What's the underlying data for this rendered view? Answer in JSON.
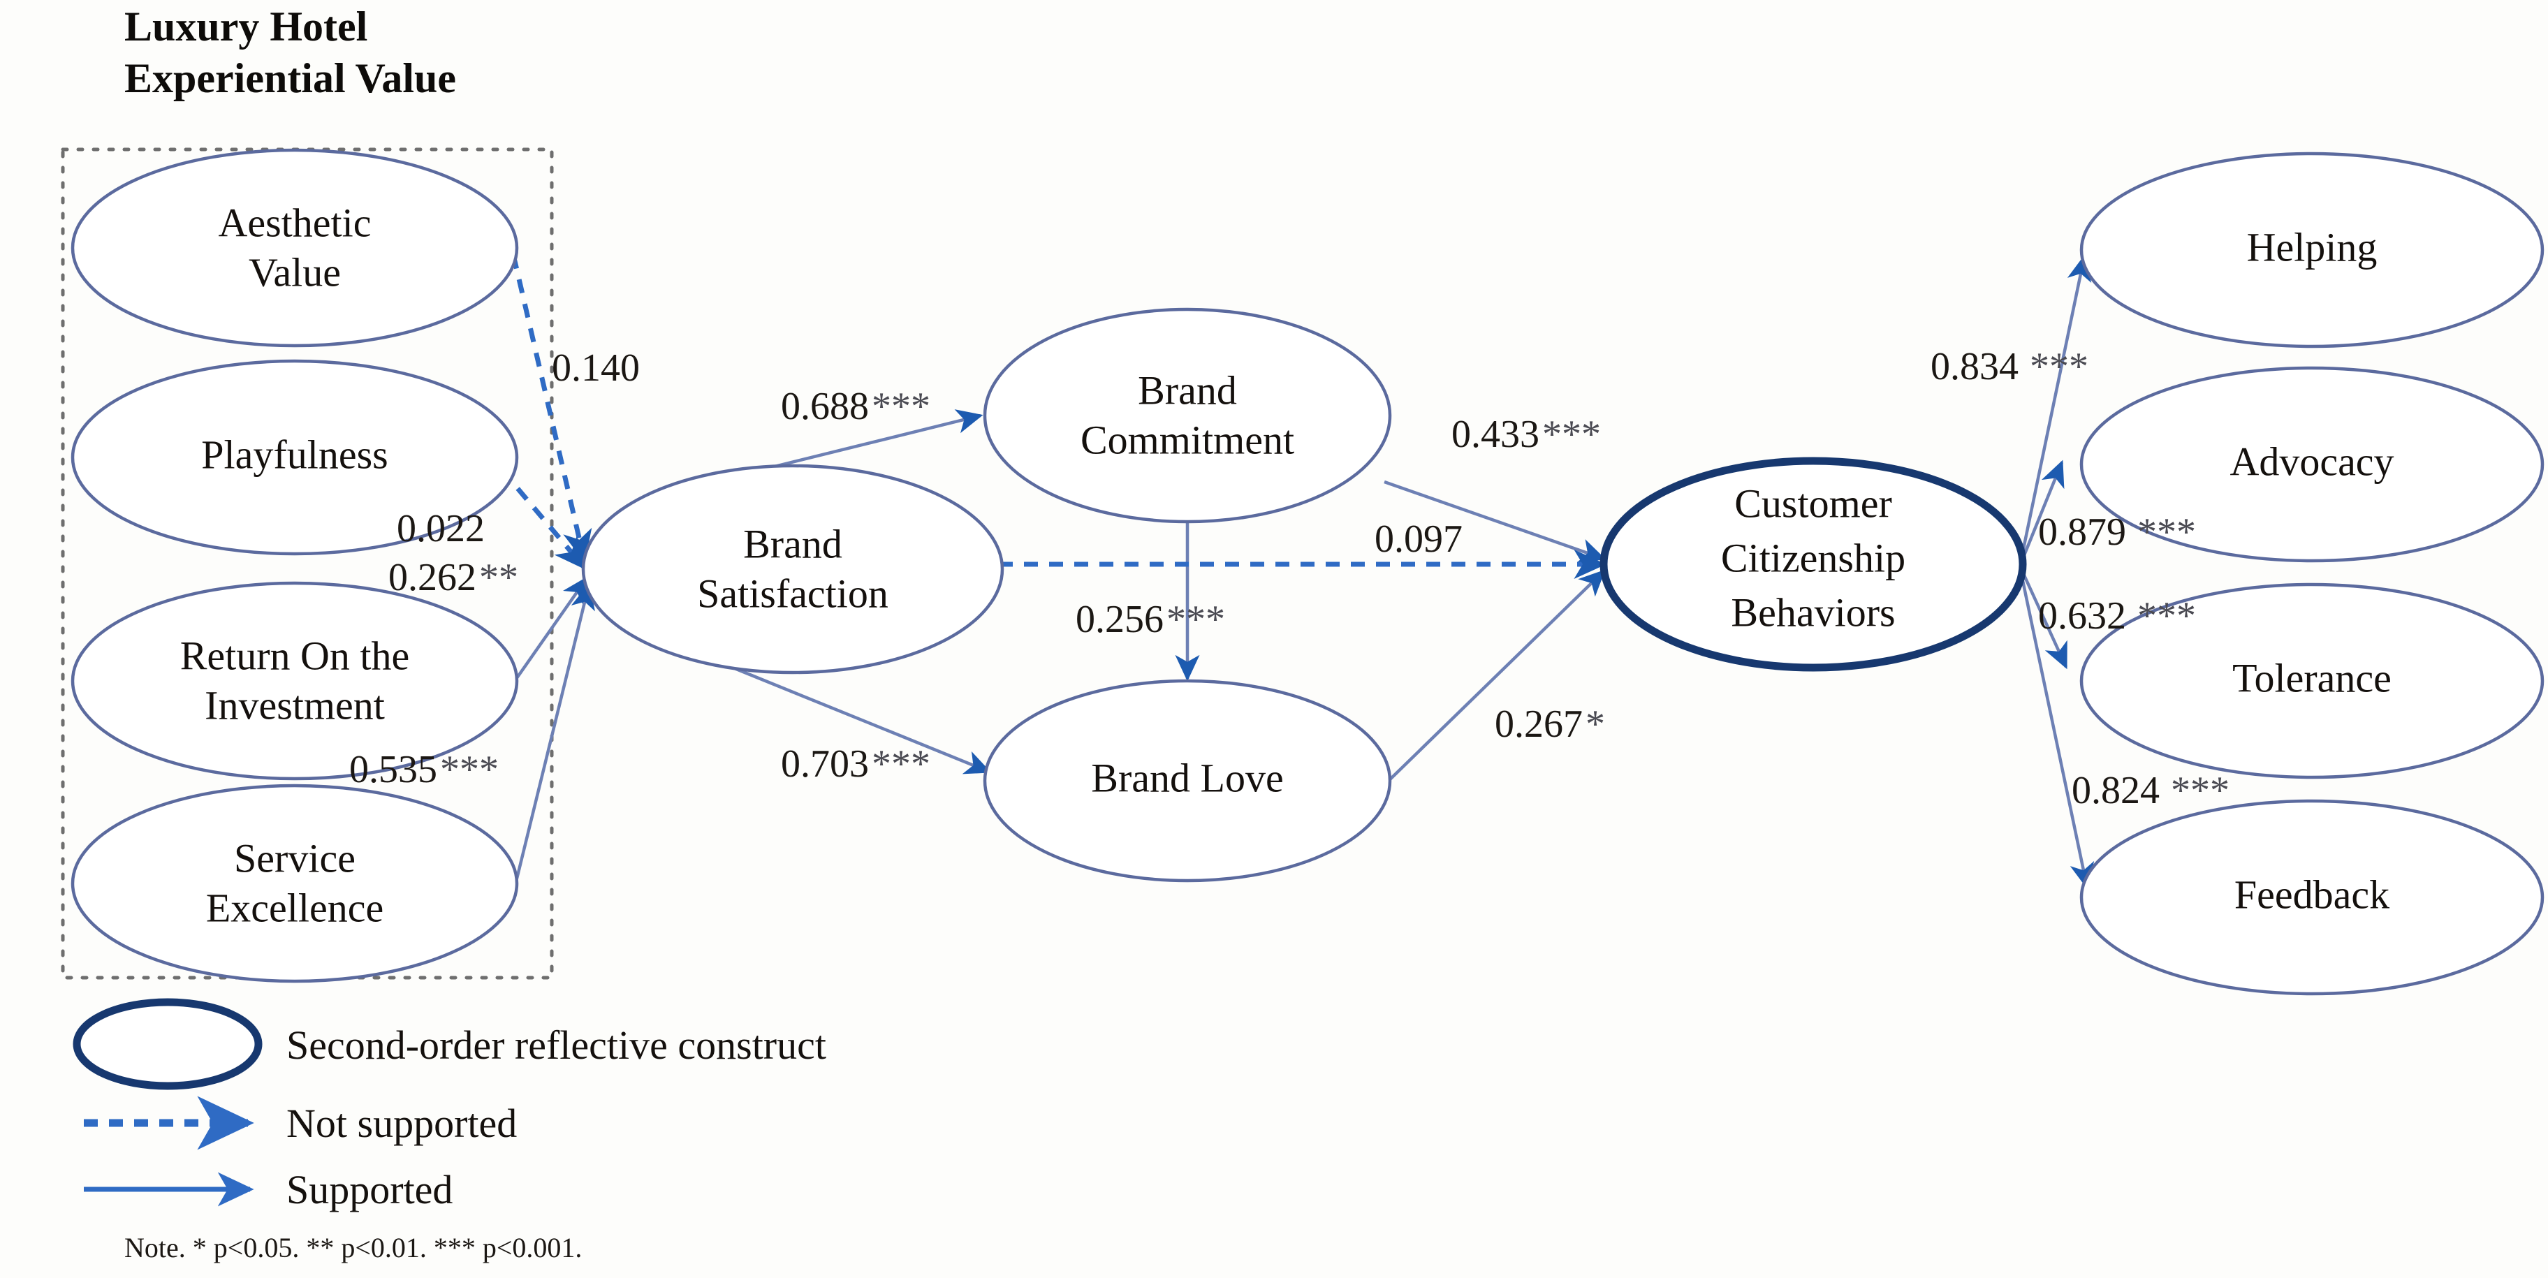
{
  "diagram": {
    "title": "Luxury Hotel Experiential Value",
    "title_line1": "Luxury Hotel",
    "title_line2": "Experiential Value",
    "colors": {
      "first_order_stroke": "#5b6a9e",
      "second_order_stroke": "#17386f",
      "supported_path": "#6d80b4",
      "not_supported_path": "#2f6bc4",
      "dashed_group_box": "#6e6e6e",
      "text": "#14100d"
    },
    "nodes": [
      {
        "id": "aesthetic-value",
        "label_line1": "Aesthetic",
        "label_line2": "Value",
        "type": "first-order"
      },
      {
        "id": "playfulness",
        "label_line1": "Playfulness",
        "label_line2": "",
        "type": "first-order"
      },
      {
        "id": "return-on-investment",
        "label_line1": "Return On the",
        "label_line2": "Investment",
        "type": "first-order"
      },
      {
        "id": "service-excellence",
        "label_line1": "Service",
        "label_line2": "Excellence",
        "type": "first-order"
      },
      {
        "id": "brand-satisfaction",
        "label_line1": "Brand",
        "label_line2": "Satisfaction",
        "type": "first-order"
      },
      {
        "id": "brand-commitment",
        "label_line1": "Brand",
        "label_line2": "Commitment",
        "type": "first-order"
      },
      {
        "id": "brand-love",
        "label_line1": "Brand Love",
        "label_line2": "",
        "type": "first-order"
      },
      {
        "id": "customer-citizenship-behaviors",
        "label_line1": "Customer",
        "label_line2": "Citizenship",
        "label_line3": "Behaviors",
        "type": "second-order"
      },
      {
        "id": "helping",
        "label_line1": "Helping",
        "label_line2": "",
        "type": "first-order"
      },
      {
        "id": "advocacy",
        "label_line1": "Advocacy",
        "label_line2": "",
        "type": "first-order"
      },
      {
        "id": "tolerance",
        "label_line1": "Tolerance",
        "label_line2": "",
        "type": "first-order"
      },
      {
        "id": "feedback",
        "label_line1": "Feedback",
        "label_line2": "",
        "type": "first-order"
      }
    ],
    "paths": [
      {
        "id": "av-bs",
        "from": "aesthetic-value",
        "to": "brand-satisfaction",
        "coefficient": "0.140",
        "stars": "",
        "supported": false
      },
      {
        "id": "pf-bs",
        "from": "playfulness",
        "to": "brand-satisfaction",
        "coefficient": "0.022",
        "stars": "",
        "supported": false
      },
      {
        "id": "roi-bs",
        "from": "return-on-investment",
        "to": "brand-satisfaction",
        "coefficient": "0.262",
        "stars": "**",
        "supported": true
      },
      {
        "id": "se-bs",
        "from": "service-excellence",
        "to": "brand-satisfaction",
        "coefficient": "0.535",
        "stars": "***",
        "supported": true
      },
      {
        "id": "bs-bc",
        "from": "brand-satisfaction",
        "to": "brand-commitment",
        "coefficient": "0.688",
        "stars": "***",
        "supported": true
      },
      {
        "id": "bs-bl",
        "from": "brand-satisfaction",
        "to": "brand-love",
        "coefficient": "0.703",
        "stars": "***",
        "supported": true
      },
      {
        "id": "bc-bl",
        "from": "brand-commitment",
        "to": "brand-love",
        "coefficient": "0.256",
        "stars": "***",
        "supported": true
      },
      {
        "id": "bc-ccb",
        "from": "brand-commitment",
        "to": "customer-citizenship-behaviors",
        "coefficient": "0.433",
        "stars": "***",
        "supported": true
      },
      {
        "id": "bs-ccb",
        "from": "brand-satisfaction",
        "to": "customer-citizenship-behaviors",
        "coefficient": "0.097",
        "stars": "",
        "supported": false
      },
      {
        "id": "bl-ccb",
        "from": "brand-love",
        "to": "customer-citizenship-behaviors",
        "coefficient": "0.267",
        "stars": "*",
        "supported": true
      },
      {
        "id": "ccb-help",
        "from": "customer-citizenship-behaviors",
        "to": "helping",
        "coefficient": "0.834",
        "stars": "***",
        "supported": true
      },
      {
        "id": "ccb-adv",
        "from": "customer-citizenship-behaviors",
        "to": "advocacy",
        "coefficient": "0.879",
        "stars": "***",
        "supported": true
      },
      {
        "id": "ccb-tol",
        "from": "customer-citizenship-behaviors",
        "to": "tolerance",
        "coefficient": "0.632",
        "stars": "***",
        "supported": true
      },
      {
        "id": "ccb-fb",
        "from": "customer-citizenship-behaviors",
        "to": "feedback",
        "coefficient": "0.824",
        "stars": "***",
        "supported": true
      }
    ],
    "legend": {
      "items": [
        {
          "id": "second-order",
          "symbol": "ellipse",
          "label": "Second-order reflective construct"
        },
        {
          "id": "not-supported",
          "symbol": "dashed-arrow",
          "label": "Not supported"
        },
        {
          "id": "supported",
          "symbol": "solid-arrow",
          "label": "Supported"
        }
      ],
      "note": "Note. * p<0.05. ** p<0.01. *** p<0.001."
    }
  }
}
